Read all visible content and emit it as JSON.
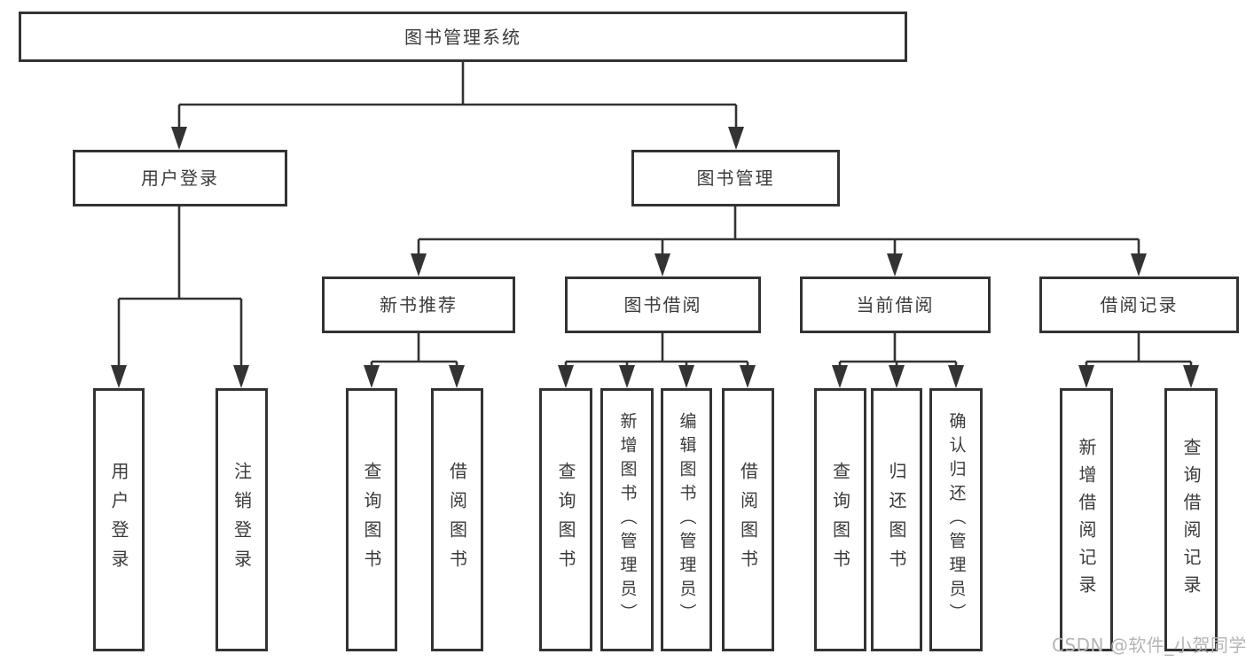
{
  "tree": {
    "label": "图书管理系统",
    "children": [
      {
        "label": "用户登录",
        "children": [
          {
            "label": "用户登录"
          },
          {
            "label": "注销登录"
          }
        ]
      },
      {
        "label": "图书管理",
        "children": [
          {
            "label": "新书推荐",
            "children": [
              {
                "label": "查询图书"
              },
              {
                "label": "借阅图书"
              }
            ]
          },
          {
            "label": "图书借阅",
            "children": [
              {
                "label": "查询图书"
              },
              {
                "label": "新增图书（管理员）"
              },
              {
                "label": "编辑图书（管理员）"
              },
              {
                "label": "借阅图书"
              }
            ]
          },
          {
            "label": "当前借阅",
            "children": [
              {
                "label": "查询图书"
              },
              {
                "label": "归还图书"
              },
              {
                "label": "确认归还（管理员）"
              }
            ]
          },
          {
            "label": "借阅记录",
            "children": [
              {
                "label": "新增借阅记录"
              },
              {
                "label": "查询借阅记录"
              }
            ]
          }
        ]
      }
    ]
  },
  "watermark": "CSDN @软件_小贺同学",
  "colors": {
    "line": "#333333",
    "text": "#3b3b3b",
    "background": "#ffffff",
    "watermark": "#b5b5b5"
  }
}
